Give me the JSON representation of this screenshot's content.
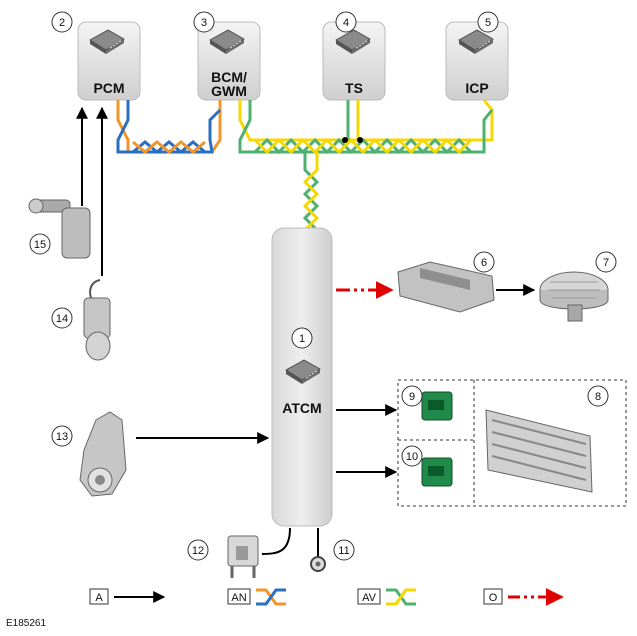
{
  "modules": {
    "pcm": {
      "number": "2",
      "label": "PCM"
    },
    "bcm": {
      "number": "3",
      "label_line1": "BCM/",
      "label_line2": "GWM"
    },
    "ts": {
      "number": "4",
      "label": "TS"
    },
    "icp": {
      "number": "5",
      "label": "ICP"
    }
  },
  "atcm": {
    "number": "1",
    "label": "ATCM"
  },
  "components": {
    "blower_control": "6",
    "blower_motor": "7",
    "heater_element": "8",
    "relay_upper": "9",
    "relay_lower": "10",
    "ground": "11",
    "fuse": "12",
    "sensor_13": "13",
    "sensor_14": "14",
    "sensor_15": "15"
  },
  "key": {
    "a": "A",
    "an": "AN",
    "av": "AV",
    "o": "O"
  },
  "reference": "E185261",
  "colors": {
    "orange": "#f0962a",
    "blue": "#2a6fc0",
    "yellow": "#f5d800",
    "green": "#4fb070",
    "red": "#e00000"
  }
}
